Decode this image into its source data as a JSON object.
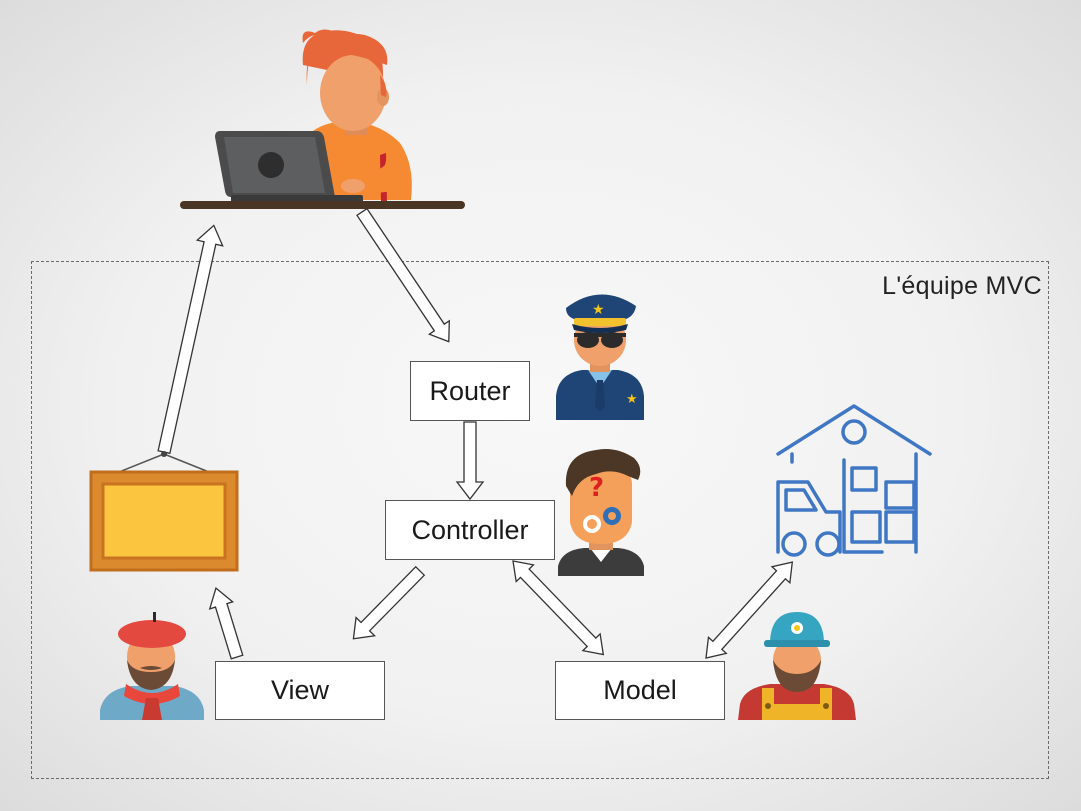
{
  "team": {
    "label": "L'équipe MVC"
  },
  "components": {
    "router": "Router",
    "controller": "Controller",
    "view": "View",
    "model": "Model"
  },
  "icons": {
    "user": "person-at-laptop-icon",
    "router": "police-officer-icon",
    "controller": "confused-manager-icon",
    "view": "painter-icon",
    "view_output": "picture-frame-icon",
    "model": "construction-worker-icon",
    "model_store": "warehouse-forklift-icon"
  },
  "colors": {
    "skin": "#EFA06B",
    "hair": "#E8673A",
    "frame": "#DB8A2E",
    "canvas": "#FCC53F",
    "warehouse": "#3F77C4",
    "police": "#1E4575"
  }
}
